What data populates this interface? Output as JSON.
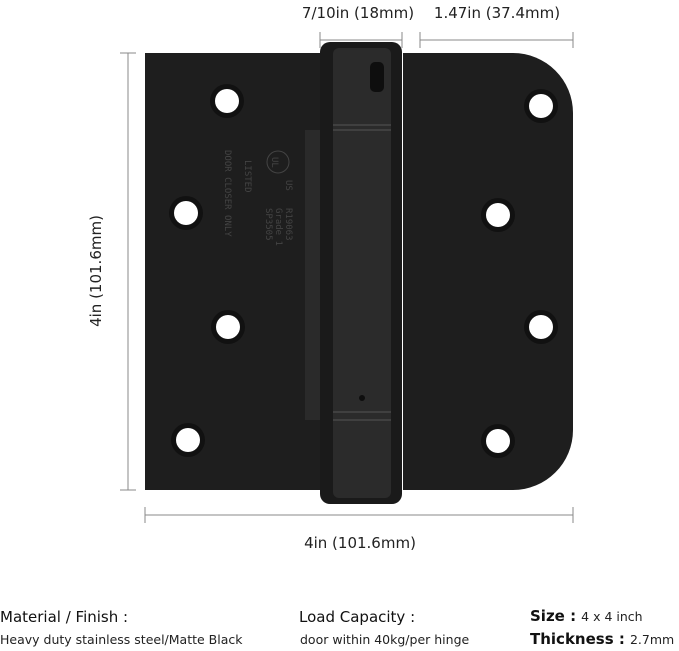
{
  "dimensions": {
    "barrel_width": "7/10in (18mm)",
    "leaf_width": "1.47in (37.4mm)",
    "height": "4in (101.6mm)",
    "width": "4in (101.6mm)"
  },
  "stamp": [
    "UL",
    "US",
    "LISTED",
    "DOOR CLOSER ONLY",
    "R19063",
    "Grade 1",
    "SP3505"
  ],
  "specs": {
    "material_label": "Material / Finish :",
    "material_value": "Heavy duty stainless steel/Matte Black",
    "load_label": "Load Capacity :",
    "load_value": "door within 40kg/per hinge",
    "size_label": "Size :",
    "size_value": "4 x 4 inch",
    "thickness_label": "Thickness :",
    "thickness_value": "2.7mm"
  },
  "colors": {
    "hinge": "#1c1c1c",
    "dimension_line": "#888888"
  }
}
